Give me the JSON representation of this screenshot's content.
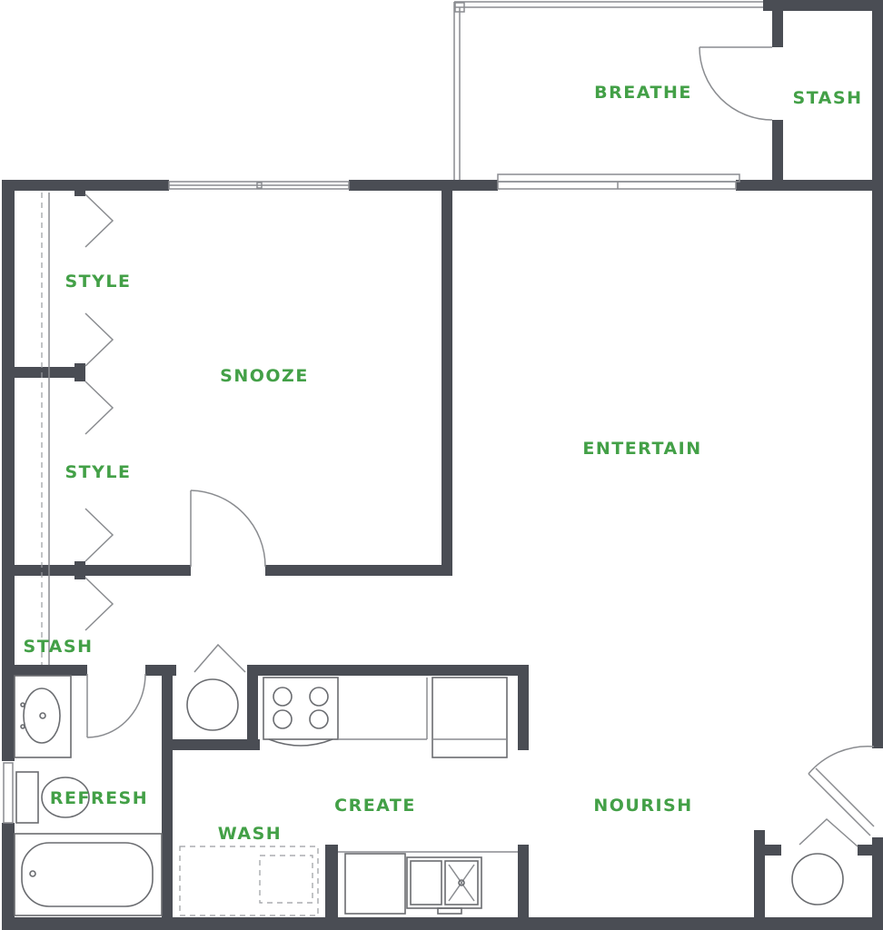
{
  "colors": {
    "label": "#43a047",
    "wall": "#4a4d54",
    "fixture": "#6a6c70"
  },
  "rooms": {
    "breathe": "BREATHE",
    "stash_top": "STASH",
    "style_upper": "STYLE",
    "snooze": "SNOOZE",
    "entertain": "ENTERTAIN",
    "style_lower": "STYLE",
    "stash_left": "STASH",
    "refresh": "REFRESH",
    "create": "CREATE",
    "nourish": "NOURISH",
    "wash": "WASH"
  }
}
